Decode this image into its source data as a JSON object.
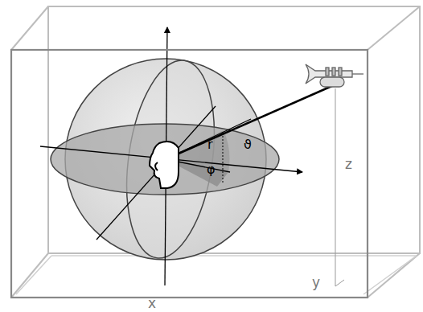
{
  "diagram": {
    "labels": [
      "r",
      "ϑ",
      "φ",
      "z",
      "y",
      "x"
    ]
  }
}
